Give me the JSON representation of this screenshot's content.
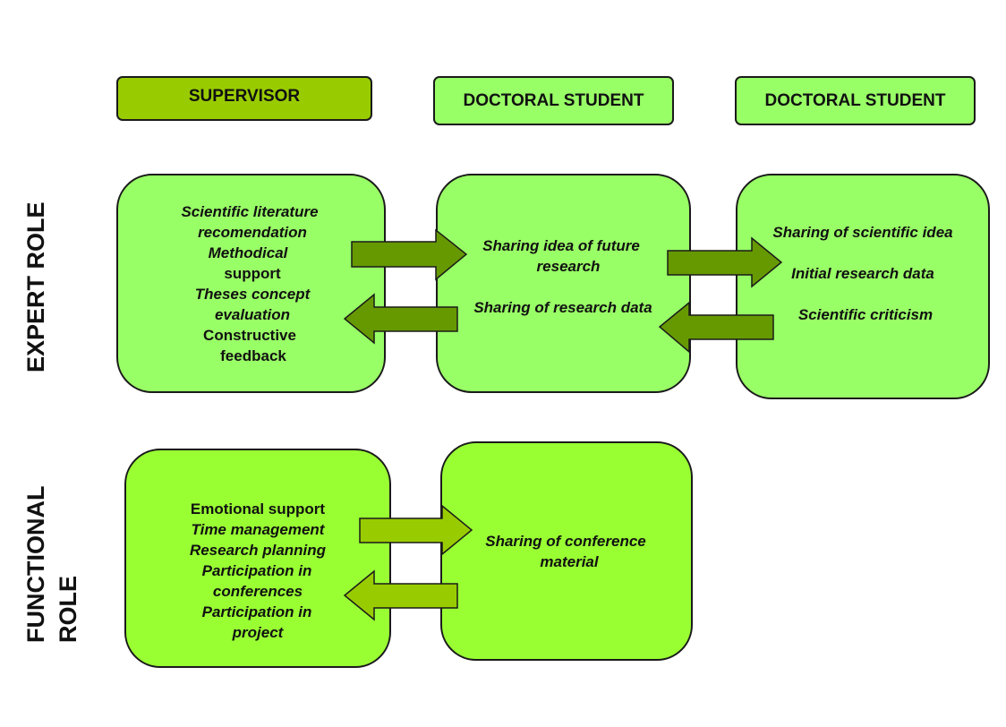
{
  "headers": {
    "supervisor": "SUPERVISOR",
    "doctoral_1": "DOCTORAL STUDENT",
    "doctoral_2": "DOCTORAL STUDENT"
  },
  "row_labels": {
    "expert": "EXPERT ROLE",
    "functional_line1": "FUNCTIONAL",
    "functional_line2": "ROLE"
  },
  "expert": {
    "supervisor_items": [
      "Scientific literature",
      "recomendation",
      "Methodical",
      "support",
      "Theses concept",
      "evaluation",
      "Constructive",
      "feedback"
    ],
    "student1_items": [
      "Sharing idea of future",
      "research",
      "Sharing of research data"
    ],
    "student2_items": [
      "Sharing of scientific idea",
      "Initial research data",
      "Scientific criticism"
    ]
  },
  "functional": {
    "supervisor_items": [
      "Emotional support",
      "Time management",
      "Research planning",
      "Participation in",
      "conferences",
      "Participation in",
      "project"
    ],
    "student1_items": [
      "Sharing of conference",
      "material"
    ]
  },
  "colors": {
    "supervisor_header": "#99cc00",
    "student_header": "#99ff66",
    "expert_box": "#99ff66",
    "functional_box": "#99ff33",
    "arrow_expert": "#669900",
    "arrow_functional": "#99cc00",
    "border": "#1a1a1a"
  }
}
